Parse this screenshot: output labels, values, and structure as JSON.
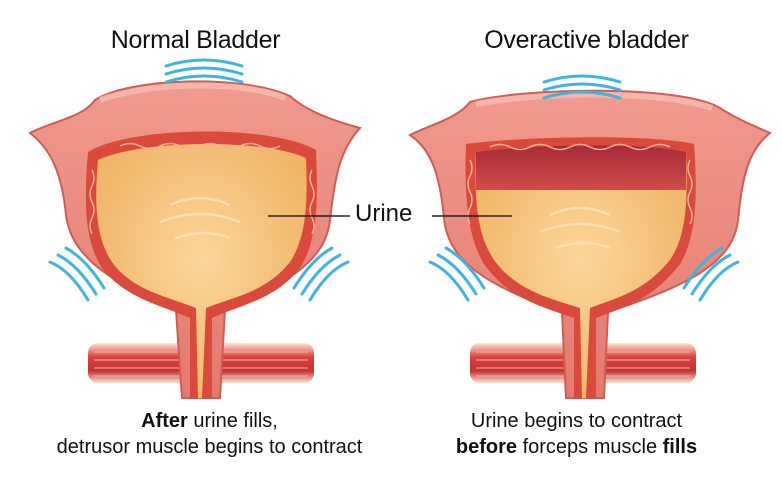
{
  "titles": {
    "left": "Normal Bladder",
    "right": "Overactive bladder"
  },
  "center_label": "Urine",
  "captions": {
    "left": {
      "line1_bold": "After",
      "line1_rest": " urine fills,",
      "line2": "detrusor muscle begins to contract"
    },
    "right": {
      "line1": "Urine begins to contract",
      "line2_bold_start": "before",
      "line2_mid": " forceps muscle ",
      "line2_bold_end": "fills"
    }
  },
  "colors": {
    "bladder_wall": "#e8837a",
    "bladder_outline": "#cf5c57",
    "inner_lining": "#d94a3c",
    "urine": "#f6c17a",
    "overactive_band": "#b8323a",
    "sphincter": "#c94444",
    "wave": "#3fb4dd"
  }
}
